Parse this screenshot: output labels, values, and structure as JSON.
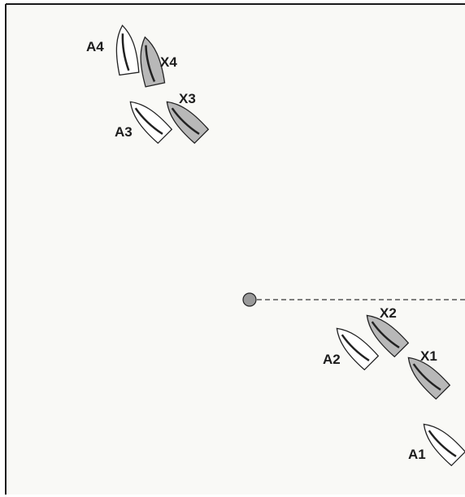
{
  "diagram": {
    "colors": {
      "background": "#f9f9f6",
      "border": "#1a1a1a",
      "boat_white_fill": "#ffffff",
      "boat_grey_fill": "#b8b8b8",
      "boat_stroke": "#222222",
      "mark_fill": "#9a9a9a",
      "line": "#555555"
    },
    "boats": [
      {
        "id": "A1",
        "label": "A1",
        "style": "white"
      },
      {
        "id": "A2",
        "label": "A2",
        "style": "white"
      },
      {
        "id": "A3",
        "label": "A3",
        "style": "white"
      },
      {
        "id": "A4",
        "label": "A4",
        "style": "white"
      },
      {
        "id": "X1",
        "label": "X1",
        "style": "grey"
      },
      {
        "id": "X2",
        "label": "X2",
        "style": "grey"
      },
      {
        "id": "X3",
        "label": "X3",
        "style": "grey"
      },
      {
        "id": "X4",
        "label": "X4",
        "style": "grey"
      }
    ],
    "mark": {
      "name": "mark"
    },
    "line_style": "dashed"
  }
}
